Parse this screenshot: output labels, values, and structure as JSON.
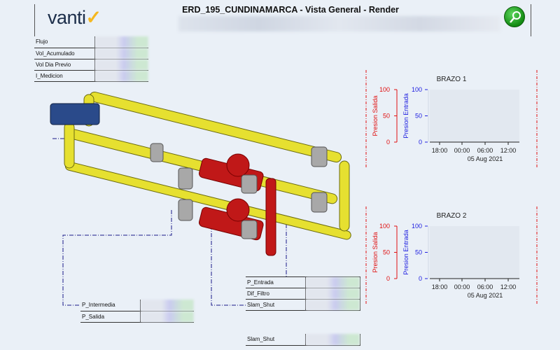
{
  "header": {
    "title": "ERD_195_CUNDINAMARCA - Vista General - Render",
    "logo": "vanti",
    "search_icon": "magnifier-icon"
  },
  "flow_table": {
    "rows": [
      {
        "label": "Flujo"
      },
      {
        "label": "Vol_Acumulado"
      },
      {
        "label": "Vol Dia Previo"
      },
      {
        "label": "I_Medicion"
      }
    ]
  },
  "charts": {
    "chart_data": [
      {
        "type": "line",
        "title": "BRAZO 1",
        "y1label": "Presion Salida",
        "y2label": "Presion Entrada",
        "y1lim": [
          0,
          100
        ],
        "y2lim": [
          0,
          100
        ],
        "y1ticks": [
          "100",
          "50",
          "0"
        ],
        "y2ticks": [
          "100",
          "50",
          "0"
        ],
        "xticks": [
          "18:00",
          "00:00",
          "06:00",
          "12:00"
        ],
        "xdate": "05 Aug 2021",
        "series": []
      },
      {
        "type": "line",
        "title": "BRAZO 2",
        "y1label": "Presion Salida",
        "y2label": "Presion Entrada",
        "y1lim": [
          0,
          100
        ],
        "y2lim": [
          0,
          100
        ],
        "y1ticks": [
          "100",
          "50",
          "0"
        ],
        "y2ticks": [
          "100",
          "50",
          "0"
        ],
        "xticks": [
          "18:00",
          "00:00",
          "06:00",
          "12:00"
        ],
        "xdate": "05 Aug 2021",
        "series": []
      }
    ]
  },
  "pressure_table": {
    "rows": [
      {
        "label": "P_Intermedia"
      },
      {
        "label": "P_Salida"
      }
    ]
  },
  "filter_table": {
    "rows": [
      {
        "label": "P_Entrada"
      },
      {
        "label": "Dif_Filtro"
      },
      {
        "label": "Slam_Shut"
      }
    ]
  },
  "slam_table": {
    "rows": [
      {
        "label": "Slam_Shut"
      }
    ]
  },
  "colors": {
    "pipe": "#e8e030",
    "valve_red": "#c01818",
    "axis_red": "#e01010",
    "axis_blue": "#2020e0",
    "leader": "#1a1a8a"
  }
}
